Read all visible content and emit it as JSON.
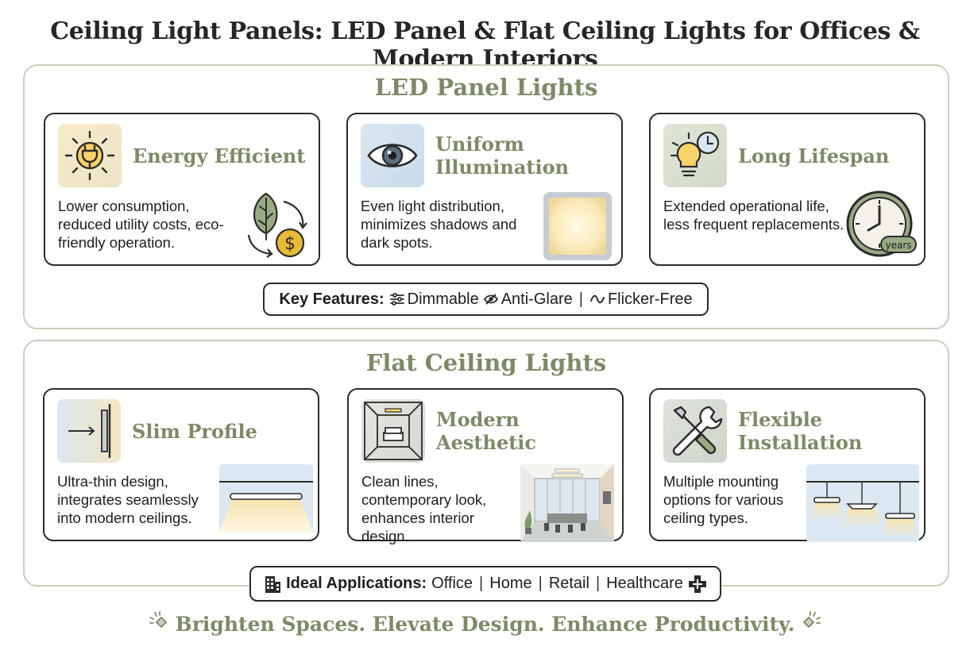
{
  "page_title": "Ceiling Light Panels: LED Panel & Flat Ceiling Lights for Offices & Modern Interiors",
  "sections": [
    {
      "title": "LED Panel Lights",
      "cards": [
        {
          "title": "Energy Efficient",
          "text": "Lower consumption, reduced utility costs, eco-friendly operation.",
          "icon": "sun-plug-icon",
          "illustration": "leaf-coin-cycle-icon"
        },
        {
          "title": "Uniform Illumination",
          "text": "Even light distribution, minimizes shadows and dark spots.",
          "icon": "eye-icon",
          "illustration": "square-led-panel"
        },
        {
          "title": "Long Lifespan",
          "text": "Extended operational life, less frequent replacements.",
          "icon": "bulb-clock-icon",
          "illustration": "clock-years-icon",
          "illustration_badge": "years"
        }
      ],
      "strip": {
        "label": "Key Features:",
        "items": [
          {
            "label": "Dimmable",
            "icon": "sliders-icon"
          },
          {
            "label": "Anti-Glare",
            "icon": "eye-slash-icon"
          },
          {
            "label": "Flicker-Free",
            "icon": "wave-icon"
          }
        ]
      }
    },
    {
      "title": "Flat Ceiling Lights",
      "cards": [
        {
          "title": "Slim Profile",
          "text": "Ultra-thin design, integrates seamlessly into modern ceilings.",
          "icon": "slim-profile-icon",
          "illustration": "ceiling-slim-light"
        },
        {
          "title": "Modern Aesthetic",
          "text": "Clean lines, contemporary look, enhances interior design.",
          "icon": "room-sofa-icon",
          "illustration": "office-interior"
        },
        {
          "title": "Flexible Installation",
          "text": "Multiple mounting options for various ceiling types.",
          "icon": "wrench-screwdriver-icon",
          "illustration": "suspended-lights"
        }
      ],
      "strip": {
        "label": "Ideal Applications:",
        "items": [
          {
            "label": "Office"
          },
          {
            "label": "Home"
          },
          {
            "label": "Retail"
          },
          {
            "label": "Healthcare"
          }
        ],
        "lead_icon": "building-icon",
        "tail_icon": "medical-cross-icon"
      }
    }
  ],
  "tagline": "Brighten Spaces. Elevate Design. Enhance Productivity.",
  "colors": {
    "accent_green": "#7d8a66",
    "section_border": "#c9cebd",
    "card_border": "#2b2b2b",
    "coin_gold": "#e9b93a",
    "tile_warm": "#f4e6c2",
    "tile_cool": "#d3e3ef"
  }
}
